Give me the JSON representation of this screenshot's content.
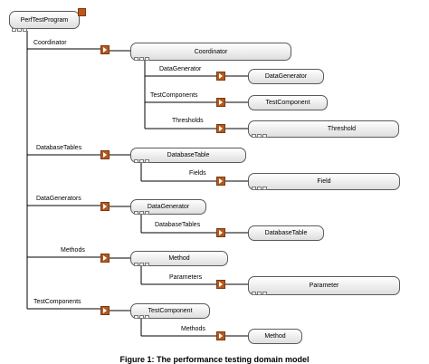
{
  "root": {
    "label": "PerfTestProgram"
  },
  "edges": [
    "Coordinator",
    "DataGenerator",
    "TestComponents",
    "Thresholds",
    "DatabaseTables",
    "Fields",
    "DataGenerators",
    "DatabaseTables",
    "Methods",
    "Parameters",
    "TestComponents",
    "Methods"
  ],
  "nodes": [
    "Coordinator",
    "DataGenerator",
    "TestComponent",
    "Threshold",
    "DatabaseTable",
    "Field",
    "DataGenerator",
    "DatabaseTable",
    "Method",
    "Parameter",
    "TestComponent",
    "Method"
  ],
  "caption": "Figure 1: The performance testing domain model"
}
